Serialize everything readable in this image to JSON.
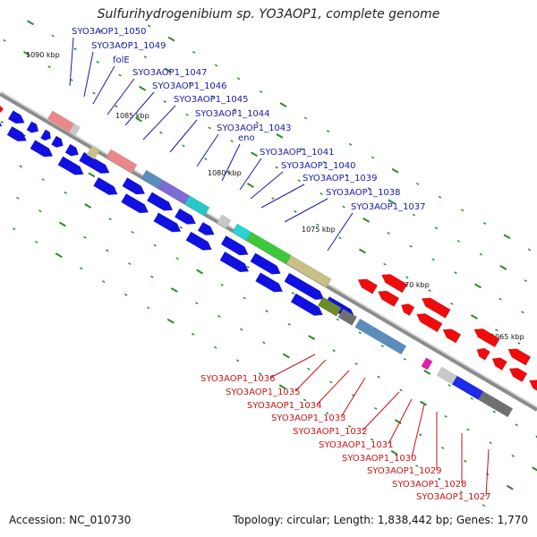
{
  "title": "Sulfurihydrogenibium sp. YO3AOP1, complete genome",
  "accession": "Accession: NC_010730",
  "summary": "Topology: circular; Length: 1,838,442 bp; Genes: 1,770",
  "colors": {
    "forward_label": "#1a1aa8",
    "reverse_label": "#c81414",
    "forward_cds": "#1010e0",
    "reverse_cds": "#ee0c0c",
    "backbone": "#8c8c8c",
    "tick": "#2a8a2a"
  },
  "scale_labels": [
    "1090 kbp",
    "1085 kbp",
    "1080 kbp",
    "1075 kbp",
    "1070 kbp",
    "1065 kbp"
  ],
  "forward_genes": [
    "SYO3AOP1_1050",
    "SYO3AOP1_1049",
    "folE",
    "SYO3AOP1_1047",
    "SYO3AOP1_1046",
    "SYO3AOP1_1045",
    "SYO3AOP1_1044",
    "SYO3AOP1_1043",
    "eno",
    "SYO3AOP1_1041",
    "SYO3AOP1_1040",
    "SYO3AOP1_1039",
    "SYO3AOP1_1038",
    "SYO3AOP1_1037"
  ],
  "reverse_genes": [
    "SYO3AOP1_1036",
    "SYO3AOP1_1035",
    "SYO3AOP1_1034",
    "SYO3AOP1_1033",
    "SYO3AOP1_1032",
    "SYO3AOP1_1031",
    "SYO3AOP1_1030",
    "SYO3AOP1_1029",
    "SYO3AOP1_1028",
    "SYO3AOP1_1027"
  ],
  "cog_block_colors": [
    "#e88888",
    "#c8c8c8",
    "#c8c088",
    "#e88888",
    "#5a8cbc",
    "#7c6cd4",
    "#28c8c8",
    "#c8c8c8",
    "#28d4d4",
    "#3cc83c",
    "#c8c088",
    "#6a8c2a",
    "#707070",
    "#5a8cbc",
    "#e01ca8",
    "#c8c8c8",
    "#1c2ce8",
    "#707070"
  ]
}
